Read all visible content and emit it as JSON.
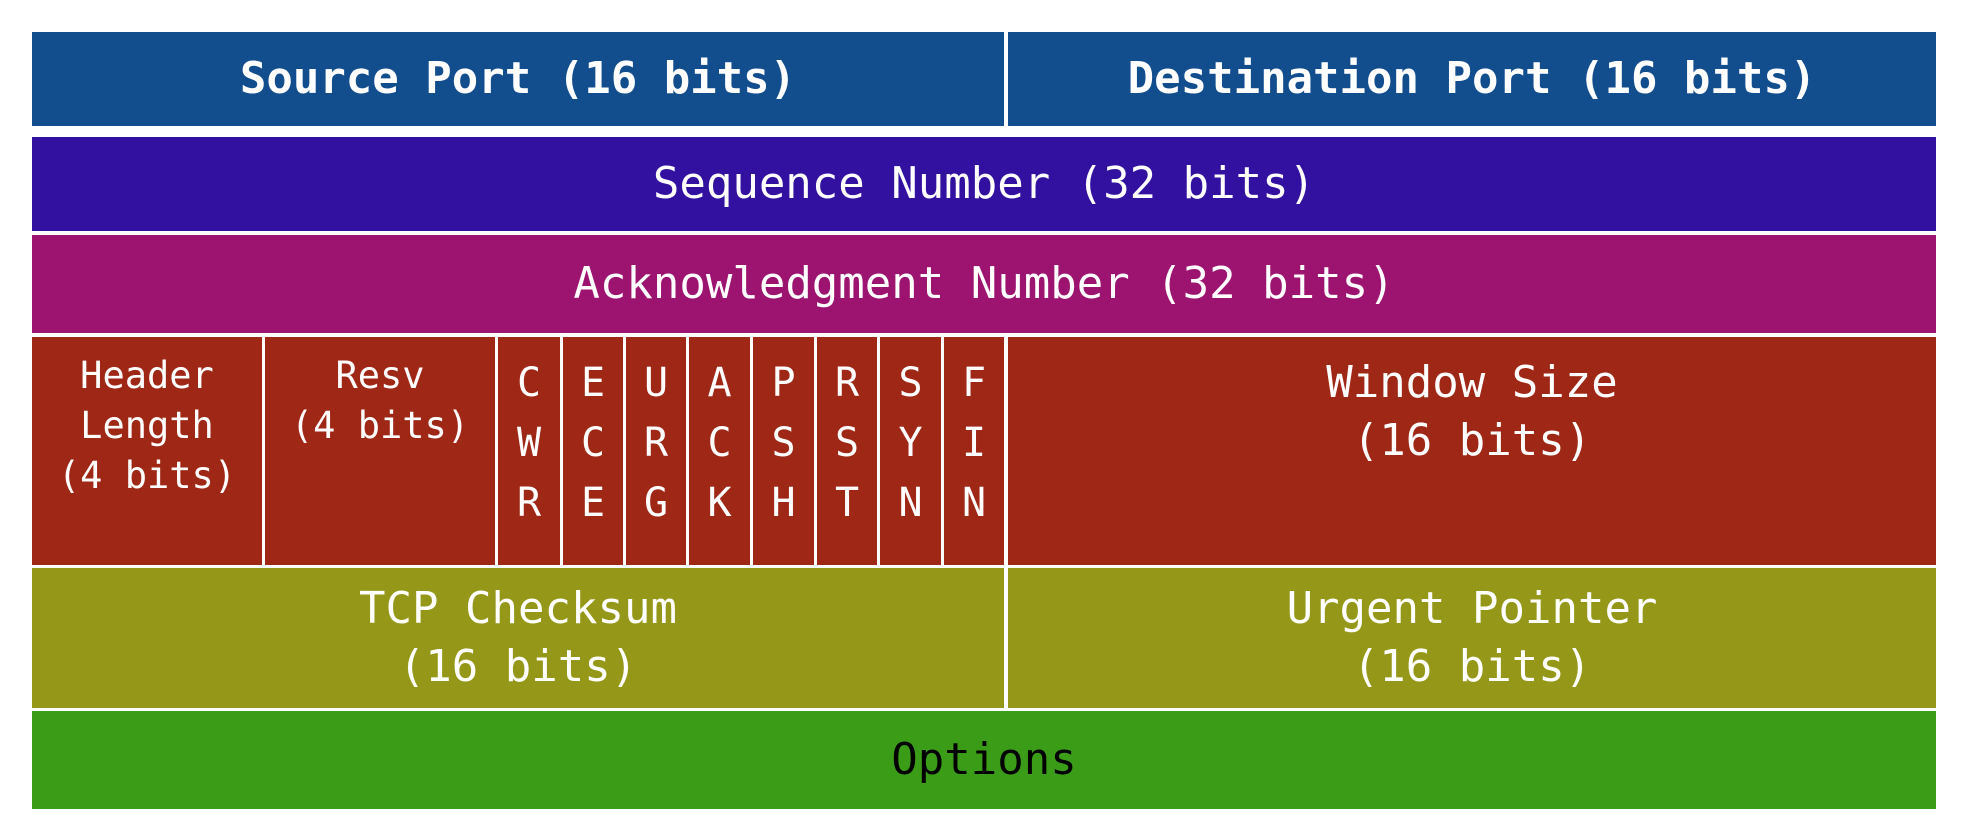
{
  "row1": {
    "source_port": "Source Port (16 bits)",
    "destination_port": "Destination Port (16 bits)"
  },
  "row2": {
    "sequence_number": "Sequence Number (32 bits)"
  },
  "row3": {
    "acknowledgment_number": "Acknowledgment Number (32 bits)"
  },
  "row4": {
    "header_length": "Header\nLength\n(4 bits)",
    "reserved": "Resv\n(4 bits)",
    "flags": [
      "C\nW\nR",
      "E\nC\nE",
      "U\nR\nG",
      "A\nC\nK",
      "P\nS\nH",
      "R\nS\nT",
      "S\nY\nN",
      "F\nI\nN"
    ],
    "window_size": "Window Size\n(16 bits)"
  },
  "row5": {
    "tcp_checksum": "TCP Checksum\n(16 bits)",
    "urgent_pointer": "Urgent Pointer\n(16 bits)"
  },
  "row6": {
    "options": "Options"
  },
  "colors": {
    "row1": "#124d8e",
    "row2": "#3210a0",
    "row3": "#9d1470",
    "row4": "#9e2716",
    "row5": "#959718",
    "row6": "#3b9c17"
  }
}
